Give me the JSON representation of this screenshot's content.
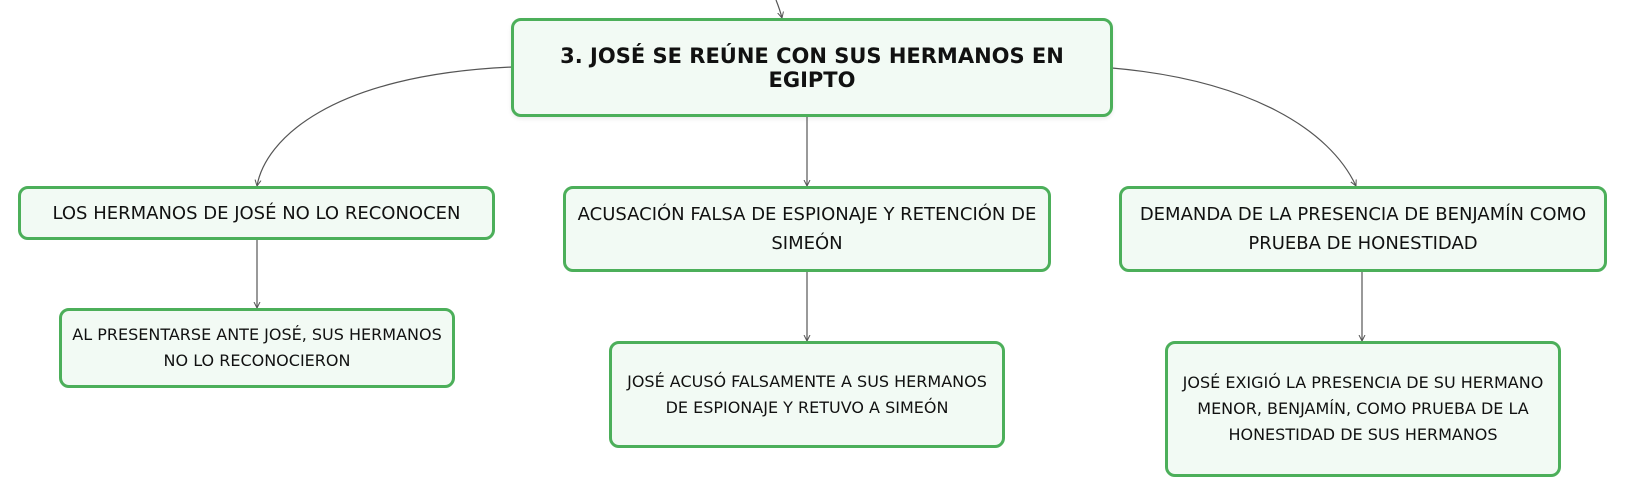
{
  "colors": {
    "border": "#4caf5a",
    "fill": "#f2faf4",
    "link": "#555555"
  },
  "main_topic": "3. JOSÉ SE REÚNE CON SUS HERMANOS EN EGIPTO",
  "branches": [
    {
      "title": "LOS HERMANOS DE JOSÉ NO LO RECONOCEN",
      "detail": "AL PRESENTARSE ANTE JOSÉ, SUS HERMANOS NO LO RECONOCIERON"
    },
    {
      "title": "ACUSACIÓN FALSA DE ESPIONAJE Y RETENCIÓN DE SIMEÓN",
      "detail": "JOSÉ ACUSÓ FALSAMENTE A SUS HERMANOS DE ESPIONAJE Y RETUVO A SIMEÓN"
    },
    {
      "title": "DEMANDA DE LA PRESENCIA DE BENJAMÍN COMO PRUEBA DE HONESTIDAD",
      "detail": "JOSÉ EXIGIÓ LA PRESENCIA DE SU HERMANO MENOR, BENJAMÍN, COMO PRUEBA DE LA HONESTIDAD DE SUS HERMANOS"
    }
  ]
}
